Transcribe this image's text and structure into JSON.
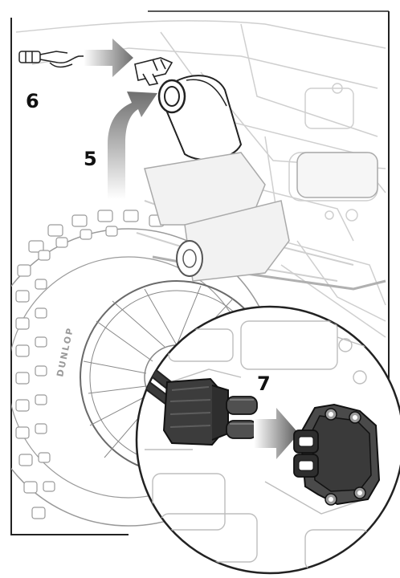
{
  "steps": {
    "five": "5",
    "six": "6",
    "seven": "7"
  },
  "tire_text": "DUNLOP",
  "colors": {
    "line": "#222222",
    "ghost": "#d6d6d6",
    "arrow": "#7a7a7a",
    "background": "#ffffff"
  }
}
